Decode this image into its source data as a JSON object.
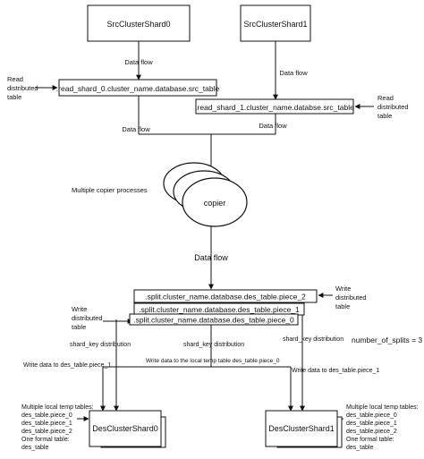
{
  "nodes": {
    "src_shard0": "SrcClusterShard0",
    "src_shard1": "SrcClusterShard1",
    "read_table0": ".read_shard_0.cluster_name.database.src_table",
    "read_table1": ".read_shard_1.cluster_name.databse.src_table",
    "copier": "copier",
    "split2": ".split.cluster_name.database.des_table.piece_2",
    "split1": ".split.cluster_name.database.des_table.piece_1",
    "split0": ".split.cluster_name.database.des_table.piece_0",
    "des_shard0": "DesClusterShard0",
    "des_shard1": "DesClusterShard1"
  },
  "labels": {
    "data_flow_1": "Data flow",
    "data_flow_2": "Data flow",
    "data_flow_3": "Data flow",
    "data_flow_4": "Data flow",
    "data_flow_main": "Data flow",
    "read_dist_left": [
      "Read",
      "distributed",
      "table"
    ],
    "read_dist_right": [
      "Read",
      "distributed",
      "table"
    ],
    "multiple_copiers": "Multiple copier processes",
    "write_dist_right": [
      "Write",
      "distributed",
      "table"
    ],
    "write_dist_left": [
      "Write",
      "distributed",
      "table"
    ],
    "shard_key_left": "shard_key distribution",
    "shard_key_mid": "shard_key distribution",
    "shard_key_right": "shard_key distribution",
    "number_of_splits": "number_of_splits = 3",
    "write_piece1_left": "Write data to des_table.piece_1",
    "write_local_temp": "Write data to the local temp table des_table.piece_0",
    "write_piece1_right": "Write data to des_table.piece_1",
    "temp_left": [
      "Multiple local temp tables:",
      "des_table.piece_0",
      "des_table.piece_1",
      "des_table.piece_2",
      "One formal table:",
      "des_table"
    ],
    "temp_right": [
      "Multiple local temp tables:",
      "des_table.piece_0",
      "des_table.piece_1",
      "des_table.piece_2",
      "One formal table:",
      "des_table"
    ]
  }
}
